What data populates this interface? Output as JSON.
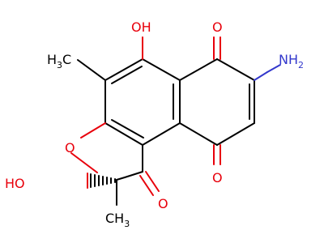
{
  "colors": {
    "bond": "#000000",
    "oxygen": "#e8000b",
    "nitrogen": "#3338cc",
    "background": "#ffffff"
  },
  "labels": {
    "oh_top": "OH",
    "o_quinone_top": "O",
    "nh2_main": "NH",
    "nh2_sub": "2",
    "h3c_main": "H",
    "h3c_sub": "3",
    "h3c_tail": "C",
    "o_furan": "O",
    "o_quinone_bottom": "O",
    "ho_left": "HO",
    "o_ketone": "O",
    "ch3_main": "CH",
    "ch3_sub": "3"
  }
}
